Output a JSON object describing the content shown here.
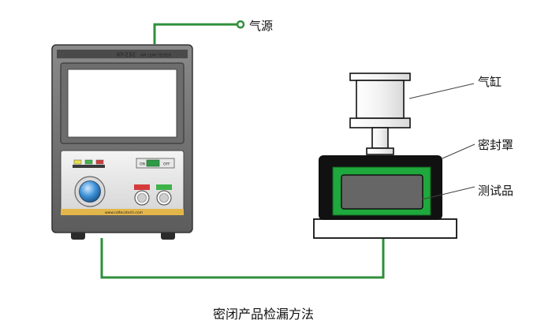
{
  "instrument": {
    "model": "KY-232",
    "name": "AIR LEAK TESTER",
    "website": "www.ndtecstech.com",
    "on_label": "ON",
    "off_label": "OFF",
    "indicator_colors": [
      "#e9e14a",
      "#3fb34a",
      "#d63b3b"
    ],
    "stop_button_color": "#d63b3b",
    "start_button_color": "#3fb34a"
  },
  "labels": {
    "air_source": "气源",
    "cylinder": "气缸",
    "cover": "密封罩",
    "test_piece": "测试品"
  },
  "caption": "密闭产品检漏方法",
  "colors": {
    "pipe": "#2f8f3a",
    "fixture_green": "#1fa83c",
    "cover_black": "#111111"
  }
}
